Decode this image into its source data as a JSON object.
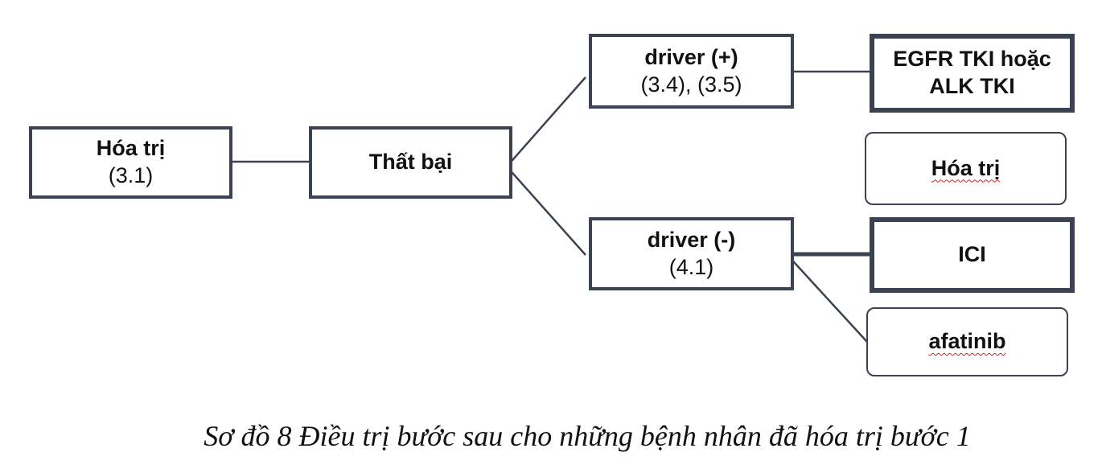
{
  "diagram": {
    "nodes": {
      "hoa_tri_1": {
        "title": "Hóa trị",
        "ref": "(3.1)"
      },
      "that_bai": {
        "title": "Thất bại"
      },
      "driver_pos": {
        "title": "driver (+)",
        "ref": "(3.4), (3.5)"
      },
      "driver_neg": {
        "title": "driver (-)",
        "ref": "(4.1)"
      },
      "egfr_alk": {
        "line1": "EGFR TKI hoặc",
        "line2": "ALK TKI"
      },
      "hoa_tri_2": {
        "title": "Hóa trị"
      },
      "ici": {
        "title": "ICI"
      },
      "afatinib": {
        "title": "afatinib"
      }
    },
    "edges": [
      [
        "Hóa trị (3.1)",
        "Thất bại"
      ],
      [
        "Thất bại",
        "driver (+)"
      ],
      [
        "Thất bại",
        "driver (-)"
      ],
      [
        "driver (+)",
        "EGFR TKI hoặc ALK TKI"
      ],
      [
        "driver (-)",
        "ICI"
      ],
      [
        "driver (-)",
        "afatinib"
      ]
    ]
  },
  "caption": "Sơ đồ 8 Điều trị bước sau cho những bệnh nhân đã hóa trị bước 1",
  "colors": {
    "box_border": "#3b4353",
    "spellcheck_underline": "#d22020"
  }
}
